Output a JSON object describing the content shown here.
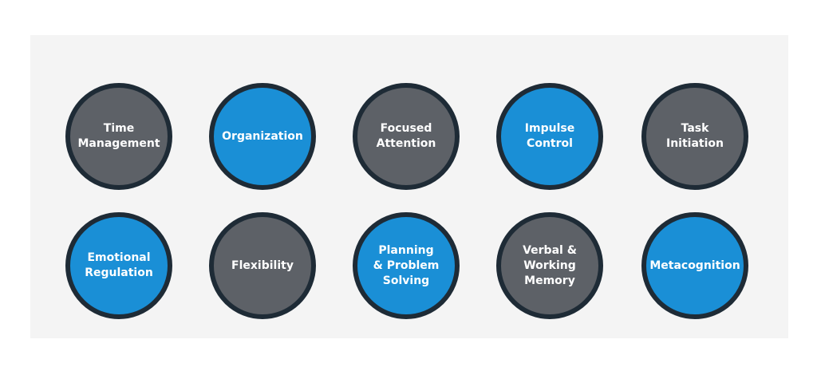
{
  "colors": {
    "gray": "#5d6167",
    "blue": "#1a8fd6",
    "ring": "#1e2b36",
    "panel": "#f4f4f4"
  },
  "rows": [
    {
      "items": [
        {
          "label": "Time\nManagement",
          "color": "gray"
        },
        {
          "label": "Organization",
          "color": "blue"
        },
        {
          "label": "Focused\nAttention",
          "color": "gray"
        },
        {
          "label": "Impulse\nControl",
          "color": "blue"
        },
        {
          "label": "Task Initiation",
          "color": "gray"
        }
      ]
    },
    {
      "items": [
        {
          "label": "Emotional\nRegulation",
          "color": "blue"
        },
        {
          "label": "Flexibility",
          "color": "gray"
        },
        {
          "label": "Planning\n& Problem\nSolving",
          "color": "blue"
        },
        {
          "label": "Verbal &\nWorking\nMemory",
          "color": "gray"
        },
        {
          "label": "Metacognition",
          "color": "blue"
        }
      ]
    }
  ]
}
